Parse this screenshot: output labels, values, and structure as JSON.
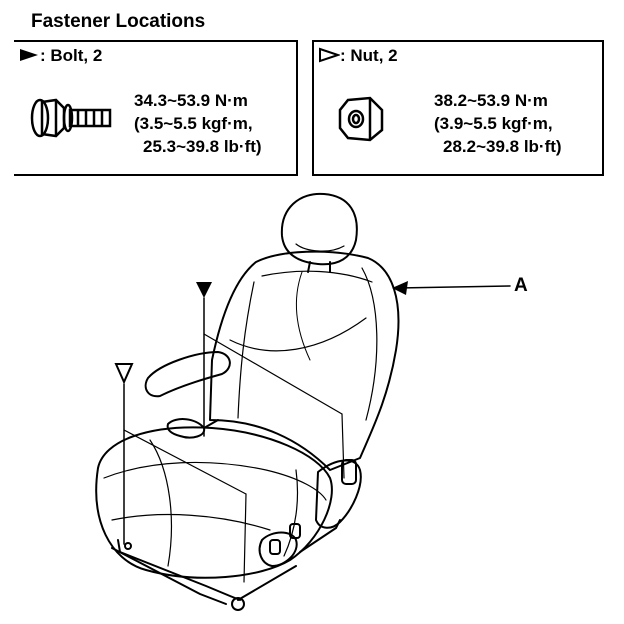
{
  "header": {
    "title": "Fastener Locations"
  },
  "bolt": {
    "legend": ": Bolt, 2",
    "torque_nm": "34.3~53.9 N·m",
    "torque_kgfm": "(3.5~5.5 kgf·m,",
    "torque_lbft": "25.3~39.8 lb·ft)"
  },
  "nut": {
    "legend": ": Nut, 2",
    "torque_nm": "38.2~53.9 N·m",
    "torque_kgfm": "(3.9~5.5 kgf·m,",
    "torque_lbft": "28.2~39.8 lb·ft)"
  },
  "diagram": {
    "callout_a": "A"
  }
}
